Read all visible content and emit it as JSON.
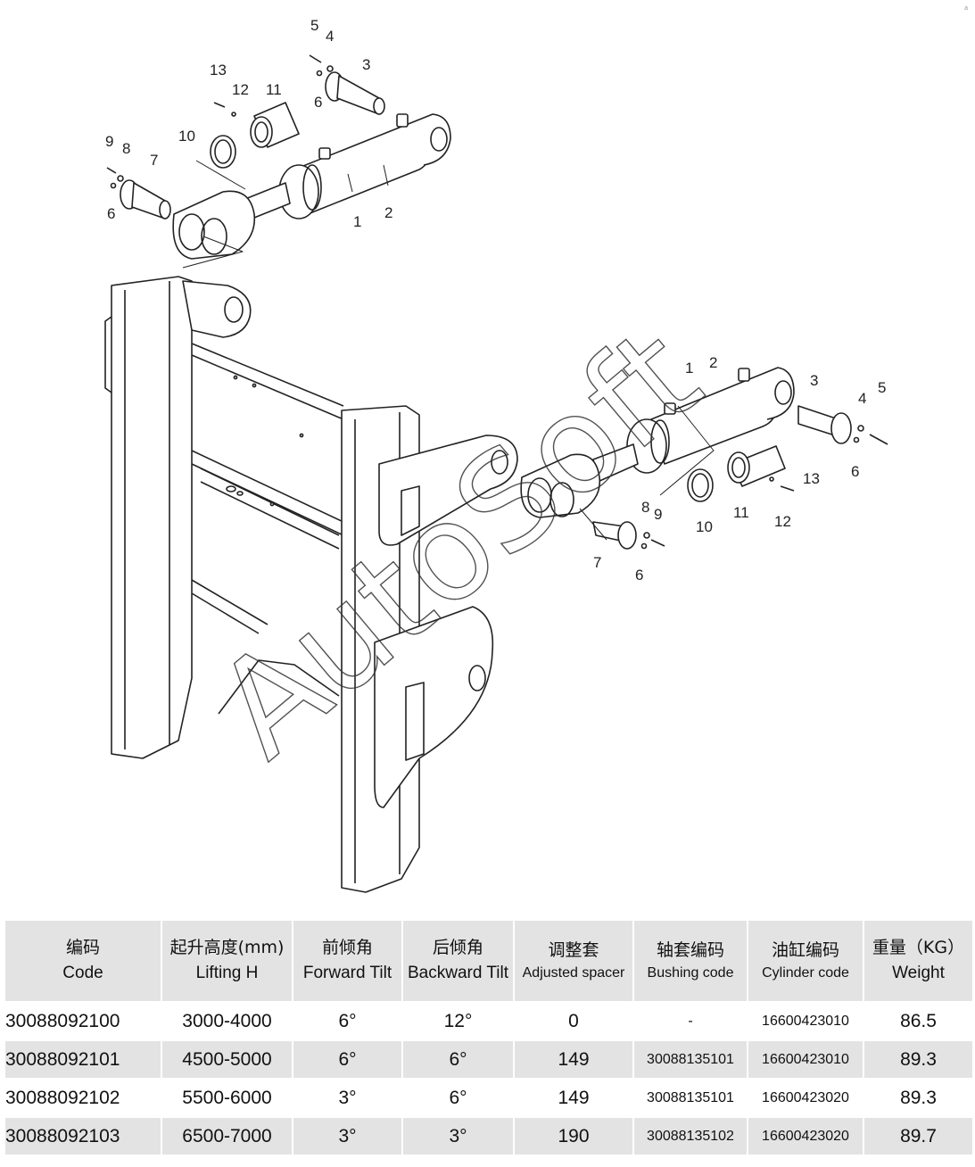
{
  "diagram": {
    "callouts_upper": [
      "5",
      "4",
      "3",
      "6",
      "13",
      "12",
      "11",
      "10",
      "9",
      "8",
      "7",
      "6",
      "1",
      "2"
    ],
    "callouts_lower": [
      "1",
      "2",
      "3",
      "4",
      "5",
      "6",
      "13",
      "12",
      "11",
      "10",
      "9",
      "8",
      "7",
      "6"
    ],
    "watermark": "AutoSoft"
  },
  "table": {
    "headers": [
      {
        "zh": "编码",
        "en": "Code"
      },
      {
        "zh": "起升高度(mm)",
        "en": "Lifting H"
      },
      {
        "zh": "前倾角",
        "en": "Forward Tilt"
      },
      {
        "zh": "后倾角",
        "en": "Backward Tilt"
      },
      {
        "zh": "调整套",
        "en": "Adjusted spacer"
      },
      {
        "zh": "轴套编码",
        "en": "Bushing code"
      },
      {
        "zh": "油缸编码",
        "en": "Cylinder code"
      },
      {
        "zh": "重量（KG）",
        "en": "Weight"
      }
    ],
    "rows": [
      [
        "30088092100",
        "3000-4000",
        "6°",
        "12°",
        "0",
        "-",
        "16600423010",
        "86.5"
      ],
      [
        "30088092101",
        "4500-5000",
        "6°",
        "6°",
        "149",
        "30088135101",
        "16600423010",
        "89.3"
      ],
      [
        "30088092102",
        "5500-6000",
        "3°",
        "6°",
        "149",
        "30088135101",
        "16600423020",
        "89.3"
      ],
      [
        "30088092103",
        "6500-7000",
        "3°",
        "3°",
        "190",
        "30088135102",
        "16600423020",
        "89.7"
      ]
    ]
  }
}
